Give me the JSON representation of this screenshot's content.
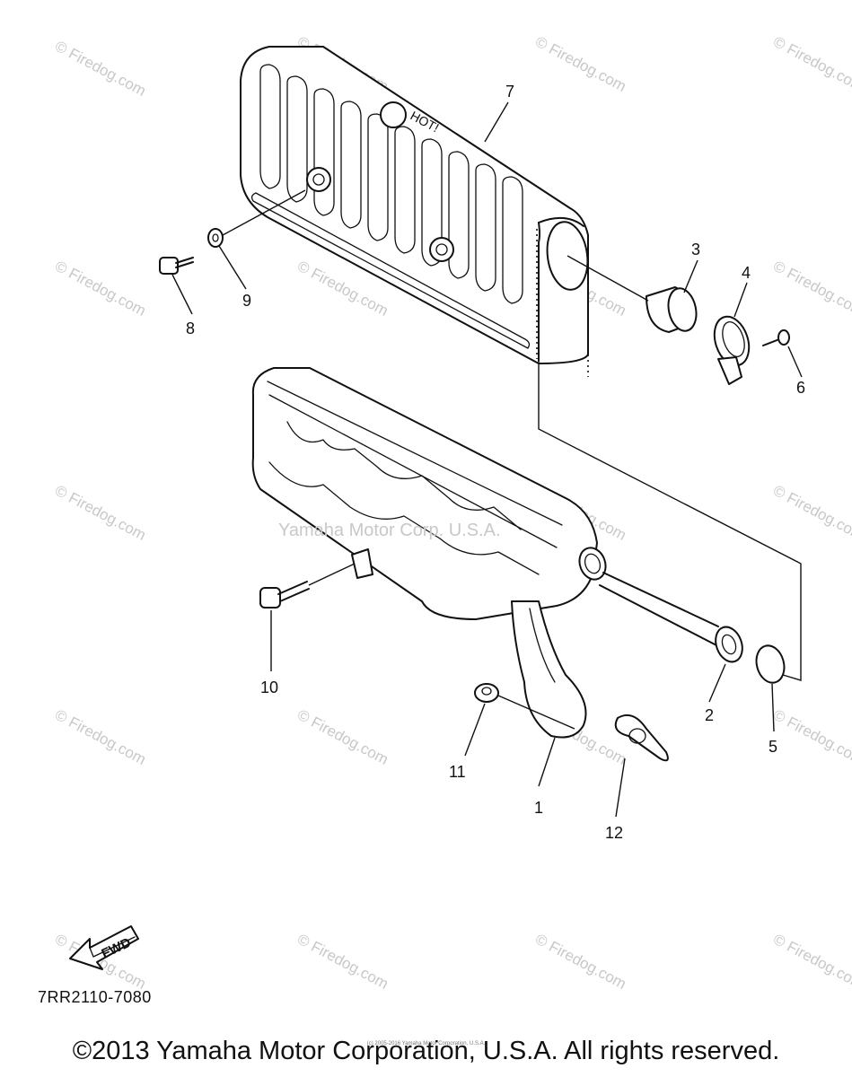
{
  "watermark": {
    "text": "© Firedog.com",
    "center_text": "Yamaha Motor Corp. U.S.A."
  },
  "callouts": {
    "c1": "1",
    "c2": "2",
    "c3": "3",
    "c4": "4",
    "c5": "5",
    "c6": "6",
    "c7": "7",
    "c8": "8",
    "c9": "9",
    "c10": "10",
    "c11": "11",
    "c12": "12"
  },
  "guard_logo_text": "HOT!",
  "fwd_label": "FWD",
  "part_code": "7RR2110-7080",
  "fine_print": "(c) 2005-2016 Yamaha Motor Corporation, U.S.A.",
  "copyright": "©2013 Yamaha Motor Corporation, U.S.A. All rights reserved."
}
